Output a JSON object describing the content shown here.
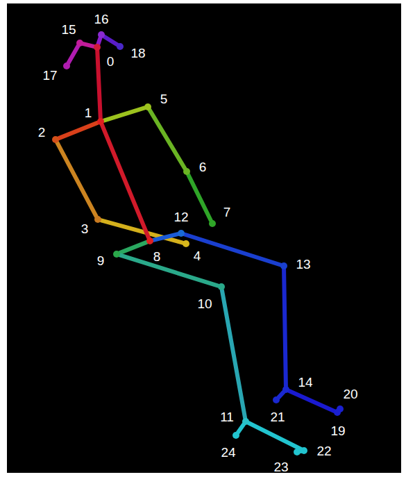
{
  "diagram": {
    "nodes": [
      {
        "text": [
          "0"
        ]
      },
      {
        "text": [
          "1"
        ]
      },
      {
        "text": [
          "2"
        ]
      },
      {
        "text": [
          "3"
        ]
      },
      {
        "text": [
          "4"
        ]
      },
      {
        "text": [
          "5"
        ]
      },
      {
        "text": [
          "6"
        ]
      },
      {
        "text": [
          "7"
        ]
      },
      {
        "text": [
          "8"
        ]
      },
      {
        "text": [
          "9"
        ]
      },
      {
        "text": [
          "10"
        ]
      },
      {
        "text": [
          "11"
        ]
      },
      {
        "text": [
          "12"
        ]
      },
      {
        "text": [
          "13"
        ]
      },
      {
        "text": [
          "14"
        ]
      },
      {
        "text": [
          "15"
        ]
      },
      {
        "text": [
          "16"
        ]
      },
      {
        "text": [
          "17"
        ]
      },
      {
        "text": [
          "18"
        ]
      },
      {
        "text": [
          "19"
        ]
      },
      {
        "text": [
          "20"
        ]
      },
      {
        "text": [
          "21"
        ]
      },
      {
        "text": [
          "22"
        ]
      },
      {
        "text": [
          "23"
        ]
      },
      {
        "text": [
          "24"
        ]
      }
    ],
    "edges": [
      {
        "from": 0,
        "to": 1,
        "arrow": "none"
      },
      {
        "from": 1,
        "to": 2,
        "arrow": "none"
      },
      {
        "from": 2,
        "to": 3,
        "arrow": "none"
      },
      {
        "from": 3,
        "to": 4,
        "arrow": "none"
      },
      {
        "from": 1,
        "to": 5,
        "arrow": "none"
      },
      {
        "from": 5,
        "to": 6,
        "arrow": "none"
      },
      {
        "from": 6,
        "to": 7,
        "arrow": "none"
      },
      {
        "from": 1,
        "to": 8,
        "arrow": "none"
      },
      {
        "from": 8,
        "to": 9,
        "arrow": "none"
      },
      {
        "from": 9,
        "to": 10,
        "arrow": "none"
      },
      {
        "from": 10,
        "to": 11,
        "arrow": "none"
      },
      {
        "from": 8,
        "to": 12,
        "arrow": "none"
      },
      {
        "from": 12,
        "to": 13,
        "arrow": "none"
      },
      {
        "from": 13,
        "to": 14,
        "arrow": "none"
      },
      {
        "from": 0,
        "to": 15,
        "arrow": "none"
      },
      {
        "from": 15,
        "to": 17,
        "arrow": "none"
      },
      {
        "from": 0,
        "to": 16,
        "arrow": "none"
      },
      {
        "from": 16,
        "to": 18,
        "arrow": "none"
      },
      {
        "from": 14,
        "to": 19,
        "arrow": "none"
      },
      {
        "from": 19,
        "to": 20,
        "arrow": "none"
      },
      {
        "from": 14,
        "to": 21,
        "arrow": "none"
      },
      {
        "from": 11,
        "to": 22,
        "arrow": "none"
      },
      {
        "from": 22,
        "to": 23,
        "arrow": "none"
      },
      {
        "from": 11,
        "to": 24,
        "arrow": "none"
      }
    ]
  }
}
